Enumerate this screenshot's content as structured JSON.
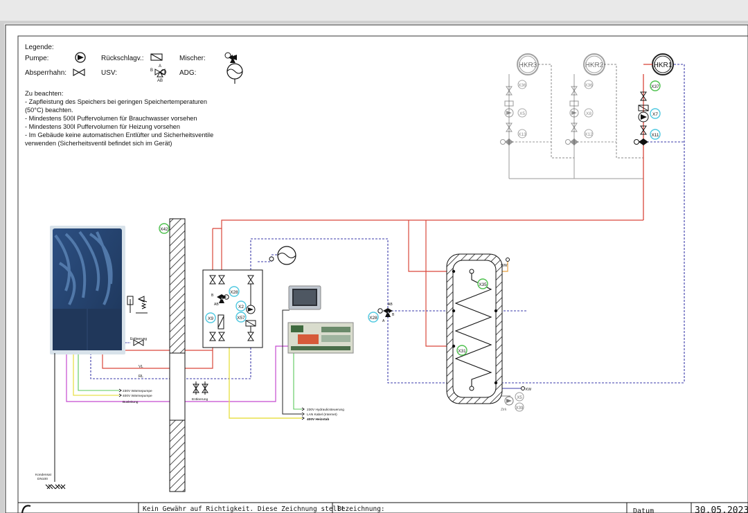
{
  "legend": {
    "title": "Legende:",
    "pump": "Pumpe:",
    "check_valve": "Rückschlagv.:",
    "mixer": "Mischer:",
    "shutoff": "Absperrhahn:",
    "usv": "USV:",
    "adg": "ADG:",
    "usv_ports": {
      "a": "A",
      "b": "B",
      "ab": "AB"
    }
  },
  "notes": {
    "title": "Zu beachten:",
    "lines": [
      "- Zapfleistung des Speichers bei geringen Speichertemperaturen",
      "(50°C) beachten.",
      "- Mindestens 500l Puffervolumen für Brauchwasser vorsehen",
      "- Mindestens 300l Puffervolumen für Heizung vorsehen",
      "- Im Gebäude keine automatischen Entlüfter und Sicherheitsventile",
      "verwenden (Sicherheitsventil befindet sich im Gerät)"
    ]
  },
  "circuits": [
    {
      "name": "HKR3",
      "valve": "X36",
      "pump": "X5",
      "mixer": "X13"
    },
    {
      "name": "HKR2",
      "valve": "X36",
      "pump": "X8",
      "mixer": "X12"
    },
    {
      "name": "HKR1",
      "valve": "X37",
      "pump": "X7",
      "mixer": "X11"
    }
  ],
  "labels": {
    "x42": "X42",
    "x28": "X28",
    "x2": "X2",
    "x9": "X9",
    "x57": "X57",
    "x35": "X35",
    "x31": "X31",
    "x28b": "X28",
    "x5": "X5",
    "x39": "X39",
    "ab": "AB",
    "a": "A",
    "b": "B",
    "ww": "WW",
    "kw": "KW",
    "zirk": "Zirk",
    "vl": "VL",
    "rl": "RL",
    "entleerung_hp": "Entleerung",
    "entleerung": "Entleerung",
    "kondensat1": "Kondensat",
    "kondensat2": "DN100"
  },
  "cables_left": [
    "230V Wärmepumpe",
    "400V Wärmepumpe",
    "Busleitung"
  ],
  "cables_right": [
    "230V Hydraulicsteuerung",
    "LAN Kabel (Internet)",
    "400V Heizstab"
  ],
  "titleblock": {
    "disclaimer": "Kein Gewähr auf Richtigkeit. Diese Zeichnung stellt",
    "designation_label": "Bezeichnung:",
    "date_label": "Datum",
    "date_value": "30.05.2023"
  },
  "colors": {
    "flow": "#d9463a",
    "return": "#3a3aa8",
    "power": "#e8e04a",
    "bus": "#c44ad0",
    "green": "#5ac85a",
    "water_warm": "#e8a040",
    "pipe_gray": "#7a7a7a",
    "badge_green": "#4cc04c",
    "badge_cyan": "#4ec8e0"
  }
}
